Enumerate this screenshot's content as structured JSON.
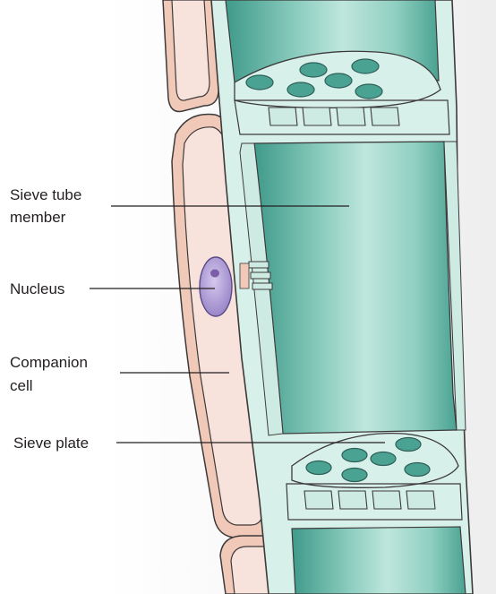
{
  "labels": {
    "sieve_tube_member_line1": "Sieve tube",
    "sieve_tube_member_line2": "member",
    "nucleus": "Nucleus",
    "companion_cell_line1": "Companion",
    "companion_cell_line2": "cell",
    "sieve_plate": "Sieve plate"
  },
  "colors": {
    "sieve_tube_fill": "#b9e0d8",
    "sieve_tube_lumen": "#7fc4b6",
    "sieve_tube_wall": "#d8f0ea",
    "companion_fill": "#f7e3dc",
    "companion_wall": "#f1c9b8",
    "nucleus_fill": "#b8a8d8",
    "nucleolus": "#7a5ea8",
    "outline": "#3d3a3a",
    "background_tint": "#f3f3f3"
  }
}
